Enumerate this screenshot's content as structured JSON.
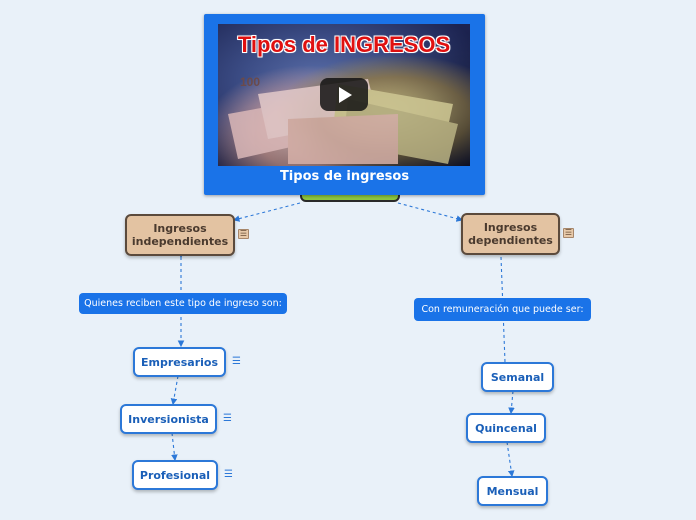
{
  "root": {
    "title": "Tipos de ingresos",
    "video_title": "Tipos de INGRESOS",
    "play_icon": "play-icon"
  },
  "branches": {
    "left": {
      "label": "Ingresos independientes",
      "connector": "Quienes reciben este tipo de ingreso son:",
      "items": [
        "Empresarios",
        "Inversionista",
        "Profesional"
      ]
    },
    "right": {
      "label": "Ingresos dependientes",
      "connector": "Con remuneración que puede ser:",
      "items": [
        "Semanal",
        "Quincenal",
        "Mensual"
      ]
    }
  },
  "colors": {
    "background": "#e9f1f9",
    "root_card": "#1a73e8",
    "branch_node": "#e3c3a2",
    "leaf_border": "#2c78d8",
    "connector": "#2c78d8"
  }
}
